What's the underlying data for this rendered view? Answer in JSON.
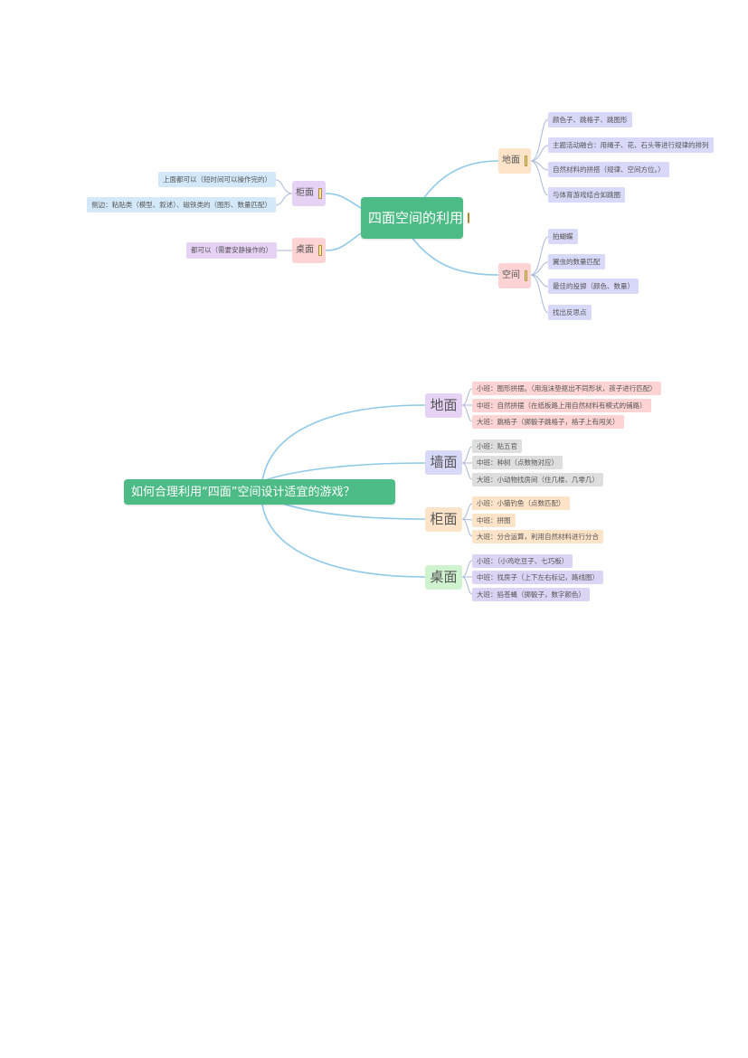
{
  "diagram1": {
    "root": "四面空间的利用",
    "branches": {
      "dimian": {
        "label": "地面",
        "leaves": [
          "颜色子、跳格子、跳图形",
          "主题活动融合：用绳子、花、石头等进行规律的排列",
          "自然材料的拼搭（规律、空间方位。）",
          "与体育游戏结合如跳圈"
        ]
      },
      "kongjian": {
        "label": "空间",
        "leaves": [
          "拍蝴蝶",
          "翼虫的数量匹配",
          "最佳的投掷（颜色、数量）",
          "找出反思点"
        ]
      },
      "guimian": {
        "label": "柜面",
        "leaves": [
          "上面都可以（短时间可以操作完的）",
          "侧边：粘贴类（模型、叙述）、磁铁类的（图形、数量匹配）"
        ]
      },
      "zhuomian": {
        "label": "桌面",
        "leaves": [
          "都可以（需要安静操作的）"
        ]
      }
    }
  },
  "diagram2": {
    "root": "如何合理利用“四面”空间设计适宜的游戏？",
    "branches": {
      "dimian": {
        "label": "地面",
        "leaves": [
          "小班：图形拼摆。（用泡沫垫抠出不同形状，孩子进行匹配）",
          "中班：自然拼摆（在纸板路上用自然材料有模式的铺路）",
          "大班：跳格子（掷骰子跳格子，格子上有闯关）"
        ]
      },
      "qiangmian": {
        "label": "墙面",
        "leaves": [
          "小班：贴五官",
          "中班：种树（点数物对应）",
          "大班：小动物找房间（住几楼、几零几）"
        ]
      },
      "guimian": {
        "label": "柜面",
        "leaves": [
          "小班：小猫钓鱼（点数匹配）",
          "中班：拼图",
          "大班：分合运算，利用自然材料进行分合"
        ]
      },
      "zhuomian": {
        "label": "桌面",
        "leaves": [
          "小班：（小鸡吃豆子、七巧板）",
          "中班：找房子（上下左右标记，路线图）",
          "大班：掐苍蝇（掷骰子，数字颜色）"
        ]
      }
    }
  },
  "colors": {
    "root": "#4dbb85",
    "link": "#8ec9e8"
  }
}
